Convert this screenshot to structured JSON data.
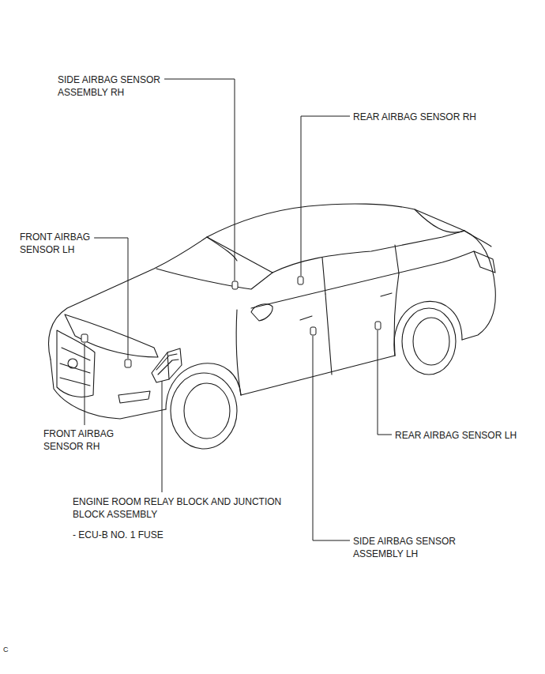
{
  "diagram": {
    "labels": [
      "SIDE AIRBAG SENSOR ASSEMBLY RH",
      "REAR AIRBAG SENSOR RH",
      "FRONT AIRBAG SENSOR LH",
      "FRONT AIRBAG SENSOR RH",
      "ENGINE ROOM RELAY BLOCK AND JUNCTION BLOCK ASSEMBLY",
      "- ECU-B NO. 1 FUSE",
      "REAR AIRBAG SENSOR LH",
      "SIDE AIRBAG SENSOR ASSEMBLY LH",
      "C"
    ]
  }
}
